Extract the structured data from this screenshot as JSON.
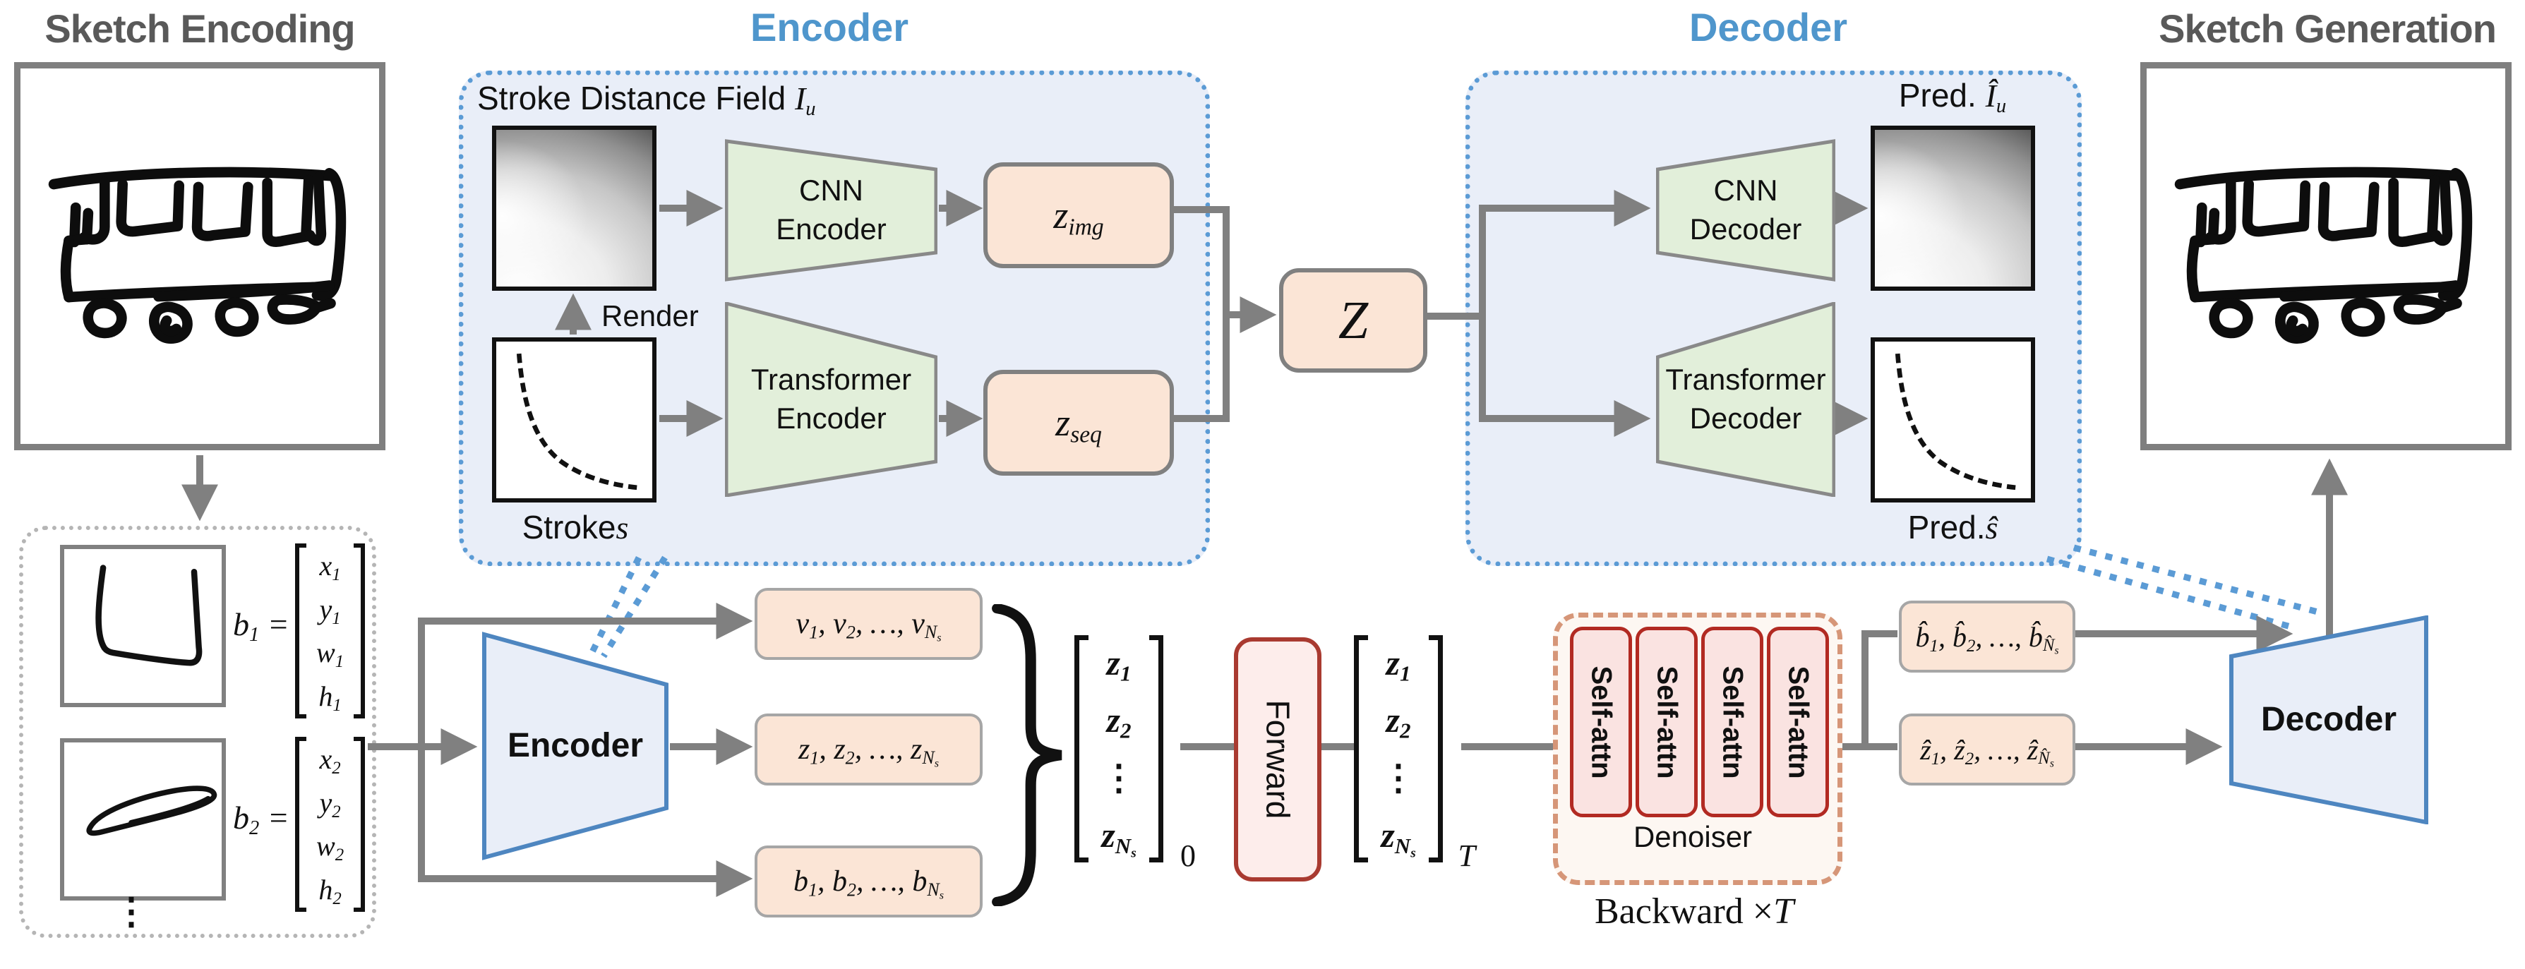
{
  "titles": {
    "sketch_encoding": "Sketch Encoding",
    "sketch_generation": "Sketch Generation"
  },
  "encoder_block": {
    "title": "Encoder",
    "sdf_label_prefix": "Stroke Distance Field ",
    "sdf_label_var": "I_u",
    "cnn_line1": "CNN",
    "cnn_line2": "Encoder",
    "transformer_line1": "Transformer",
    "transformer_line2": "Encoder",
    "z_img": "z_{img}",
    "z_seq": "z_{seq}",
    "render_label": "Render",
    "stroke_label_prefix": "Stroke ",
    "stroke_label_var": "s"
  },
  "latent_z": "Z",
  "decoder_block": {
    "title": "Decoder",
    "cnn_line1": "CNN",
    "cnn_line2": "Decoder",
    "transformer_line1": "Transformer",
    "transformer_line2": "Decoder",
    "pred_iu_prefix": "Pred. ",
    "pred_iu_var": "Î_u",
    "pred_s_prefix": "Pred. ",
    "pred_s_var": "ŝ"
  },
  "sketch_input": {
    "b1_lhs": "b_1 =",
    "b1_entries": [
      "x_1",
      "y_1",
      "w_1",
      "h_1"
    ],
    "b2_lhs": "b_2 =",
    "b2_entries": [
      "x_2",
      "y_2",
      "w_2",
      "h_2"
    ],
    "dots": "⋮"
  },
  "stroke_encoder_label": "Encoder",
  "stroke_decoder_label": "Decoder",
  "sequence_rows": {
    "v": "v_1, v_2, …, v_{N_s}",
    "z": "z_1, z_2, …, z_{N_s}",
    "b": "b_1, b_2, …, b_{N_s}"
  },
  "diffusion": {
    "matrix_entries": [
      "z_1",
      "z_2",
      "⋮",
      "z_{N_s}"
    ],
    "matrix0_sub": "0",
    "matrixT_sub": "T",
    "forward_label": "Forward",
    "selfattn_labels": [
      "Self-attn",
      "Self-attn",
      "Self-attn",
      "Self-attn"
    ],
    "denoiser_label": "Denoiser",
    "backward_prefix": "Backward × ",
    "backward_var": "T"
  },
  "pred_rows": {
    "b_hat": "b̂_1, b̂_2, …, b̂_{N̂_s}",
    "z_hat": "ẑ_1, ẑ_2, …, ẑ_{N̂_s}"
  },
  "colors": {
    "title_gray": "#595959",
    "title_blue": "#4f96cc",
    "block_fill": "#e9eef8",
    "block_border_blue": "#5b9bd5",
    "trapezoid_green": "#e2efda",
    "trapezoid_blue_fill": "#e9eef8",
    "trapezoid_blue_border": "#4e86c0",
    "node_peach": "#fbe5d6",
    "forward_fill": "#fdedeb",
    "forward_border": "#a93a30",
    "selfattn_fill": "#fae3e1",
    "selfattn_border": "#b22a22",
    "denoiser_fill": "#fdf7f2",
    "denoiser_border": "#d69678",
    "arrow_gray": "#808080"
  }
}
